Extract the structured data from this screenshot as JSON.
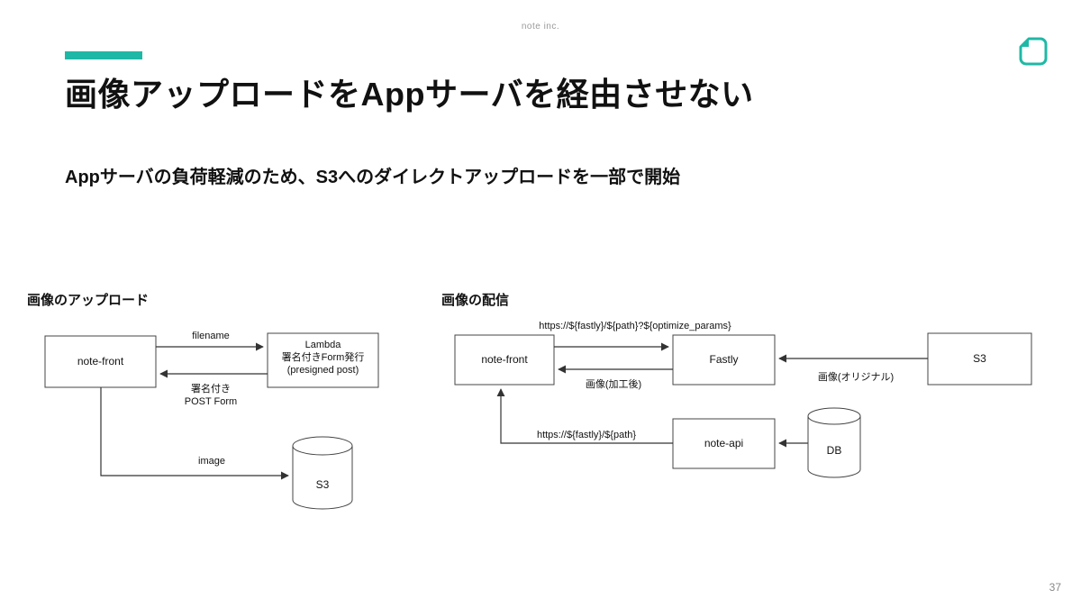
{
  "meta": {
    "brand": "note inc.",
    "page_number": "37"
  },
  "colors": {
    "accent": "#1fb8a6",
    "text": "#111111",
    "muted": "#9a9a9a",
    "diagram_stroke": "#444444"
  },
  "title": "画像アップロードをAppサーバを経由させない",
  "subtitle": "Appサーバの負荷軽減のため、S3へのダイレクトアップロードを一部で開始",
  "upload_diagram": {
    "title": "画像のアップロード",
    "note_front": "note-front",
    "lambda_line1": "Lambda",
    "lambda_line2": "署名付きForm発行",
    "lambda_line3": "(presigned post)",
    "s3": "S3",
    "arrow_filename": "filename",
    "arrow_signed_line1": "署名付き",
    "arrow_signed_line2": "POST Form",
    "arrow_image": "image"
  },
  "delivery_diagram": {
    "title": "画像の配信",
    "note_front": "note-front",
    "fastly": "Fastly",
    "s3": "S3",
    "note_api": "note-api",
    "db": "DB",
    "arrow_request_url": "https://${fastly}/${path}?${optimize_params}",
    "arrow_processed": "画像(加工後)",
    "arrow_original": "画像(オリジナル)",
    "arrow_api_url": "https://${fastly}/${path}"
  }
}
